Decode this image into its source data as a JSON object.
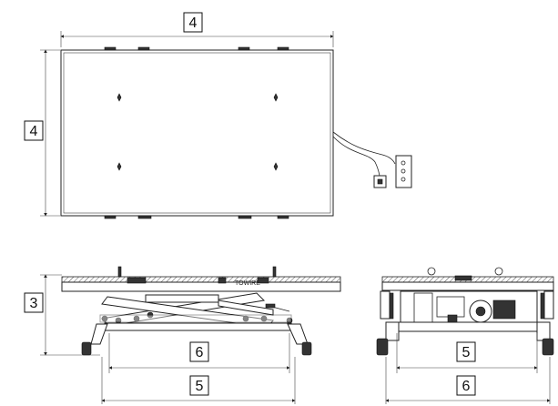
{
  "top_view": {
    "width_label": "4",
    "height_label": "4"
  },
  "side_view": {
    "height_label": "3",
    "inner_label": "6",
    "outer_label": "5",
    "brand_text": "TOWIRE"
  },
  "end_view": {
    "inner_label": "5",
    "outer_label": "6"
  }
}
